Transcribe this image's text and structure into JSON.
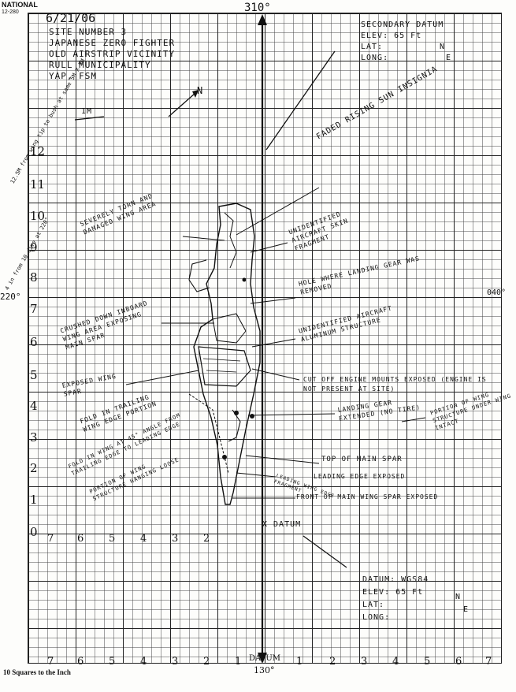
{
  "header": {
    "date": "6/21/06",
    "heading": "310°",
    "site_lines": [
      "SITE NUMBER 3",
      "JAPANESE ZERO FIGHTER",
      "OLD AIRSTRIP VICINITY",
      "RULL MUNICIPALITY",
      "YAP, FSM"
    ]
  },
  "logo": {
    "brand": "NATIONAL",
    "product": "12-280"
  },
  "secondary_datum": {
    "title": "SECONDARY DATUM",
    "elev": "ELEV: 65 Ft",
    "lat": "LAT:",
    "long": "LONG:",
    "n": "N",
    "e": "E"
  },
  "datum_box": {
    "datum": "DATUM: WGS84",
    "elev": "ELEV: 65 Ft",
    "lat": "LAT:",
    "long": "LONG:",
    "n": "N",
    "e": "E"
  },
  "scale": {
    "one_m": "1M",
    "north": "N"
  },
  "left_margin_notes": {
    "top": "12.5M from wing tip to bush at same 5M X 5M",
    "mid": "4 in from 10 dive at 220°",
    "bearing": "220°"
  },
  "right_bearing": "040°",
  "y_axis": [
    "12",
    "11",
    "10",
    "9",
    "8",
    "7",
    "6",
    "5",
    "4",
    "3",
    "2",
    "1",
    "0"
  ],
  "x_axis_top": [
    "7",
    "6",
    "5",
    "4",
    "3",
    "2"
  ],
  "x_axis_bottom": [
    "7",
    "6",
    "5",
    "4",
    "3",
    "2",
    "1",
    "DATUM",
    "1",
    "2",
    "3",
    "4",
    "5",
    "6",
    "7"
  ],
  "datum_label_bottom": "130°",
  "datum_marker": "X DATUM",
  "annotations": [
    "FADED RISING SUN INSIGNIA",
    "SEVERELY TORN AND DAMAGED WING AREA",
    "UNIDENTIFIED AIRCRAFT SKIN FRAGMENT",
    "HOLE WHERE LANDING GEAR WAS REMOVED",
    "CRUSHED DOWN INBOARD WING AREA EXPOSING MAIN SPAR",
    "UNIDENTIFIED AIRCRAFT ALUMINUM STRUCTURE",
    "EXPOSED WING SPAR",
    "CUT OFF ENGINE MOUNTS EXPOSED (ENGINE IS NOT PRESENT AT SITE)",
    "FOLD IN TRAILING WING EDGE PORTION",
    "LANDING GEAR EXTENDED (NO TIRE)",
    "PORTION OF WING STRUCTURE UNDER WING INTACT",
    "FOLD IN WING AT 45° ANGLE FROM TRAILING EDGE TO LEADING EDGE",
    "TOP OF MAIN SPAR",
    "PORTION OF WING STRUCTURE HANGING LOOSE",
    "LEADING EDGE EXPOSED",
    "LEADING WING EDGE FRAGMENT",
    "FRONT OF MAIN WING SPAR EXPOSED"
  ],
  "footer": "10 Squares to the Inch"
}
